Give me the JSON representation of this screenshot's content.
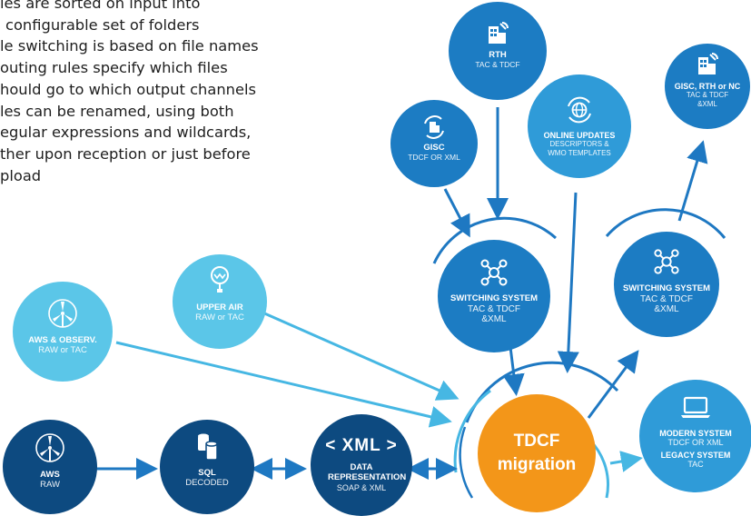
{
  "intro_bullets": [
    "les are sorted on input into",
    "configurable set of folders",
    "le switching is based on file names",
    "outing rules specify which files",
    "hould go to which output channels",
    "les can be renamed, using both",
    "egular expressions and wildcards,",
    "ther upon reception or just before",
    "pload"
  ],
  "colors": {
    "dark": "#0d4a80",
    "mid": "#1c7cc3",
    "light": "#2f9bd8",
    "pale": "#5bc6e8",
    "accent": "#f39619",
    "arrow_mid": "#1e78c2",
    "arrow_light": "#46b7e3"
  },
  "nodes": {
    "rth": {
      "title": "RTH",
      "subtitle": "TAC & TDCF",
      "icon": "building-satellite-icon"
    },
    "gisc_left": {
      "title": "GISC",
      "subtitle": "TDCF OR XML",
      "icon": "building-exchange-icon"
    },
    "online_updates": {
      "title": "ONLINE UPDATES",
      "subtitle": "DESCRIPTORS & WMO TEMPLATES",
      "icon": "globe-refresh-icon"
    },
    "gisc_rth_nc": {
      "title": "GISC, RTH or NC",
      "subtitle": "TAC & TDCF &XML",
      "icon": "building-satellite-icon"
    },
    "switching_center": {
      "title": "SWITCHING SYSTEM",
      "subtitle": "TAC & TDCF &XML",
      "icon": "network-nodes-icon"
    },
    "switching_right": {
      "title": "SWITCHING SYSTEM",
      "subtitle": "TAC & TDCF &XML",
      "icon": "network-nodes-icon"
    },
    "upper_air": {
      "title": "UPPER AIR",
      "subtitle": "RAW or TAC",
      "icon": "balloon-icon"
    },
    "aws_observ": {
      "title": "AWS & OBSERV.",
      "subtitle": "RAW or TAC",
      "icon": "wind-turbine-icon"
    },
    "modern_system": {
      "title": "MODERN SYSTEM",
      "subtitle": "TDCF OR XML",
      "title2": "LEGACY SYSTEM",
      "subtitle2": "TAC",
      "icon": "laptop-icon"
    },
    "aws": {
      "title": "AWS",
      "subtitle": "RAW",
      "icon": "wind-turbine-icon"
    },
    "sql": {
      "title": "SQL",
      "subtitle": "DECODED",
      "icon": "database-icon"
    },
    "data_rep": {
      "mark": "< XML >",
      "title": "DATA REPRESENTATION",
      "subtitle": "SOAP & XML",
      "icon": "xml-tag-icon"
    },
    "tdcf": {
      "title": "TDCF",
      "title2": "migration"
    }
  }
}
